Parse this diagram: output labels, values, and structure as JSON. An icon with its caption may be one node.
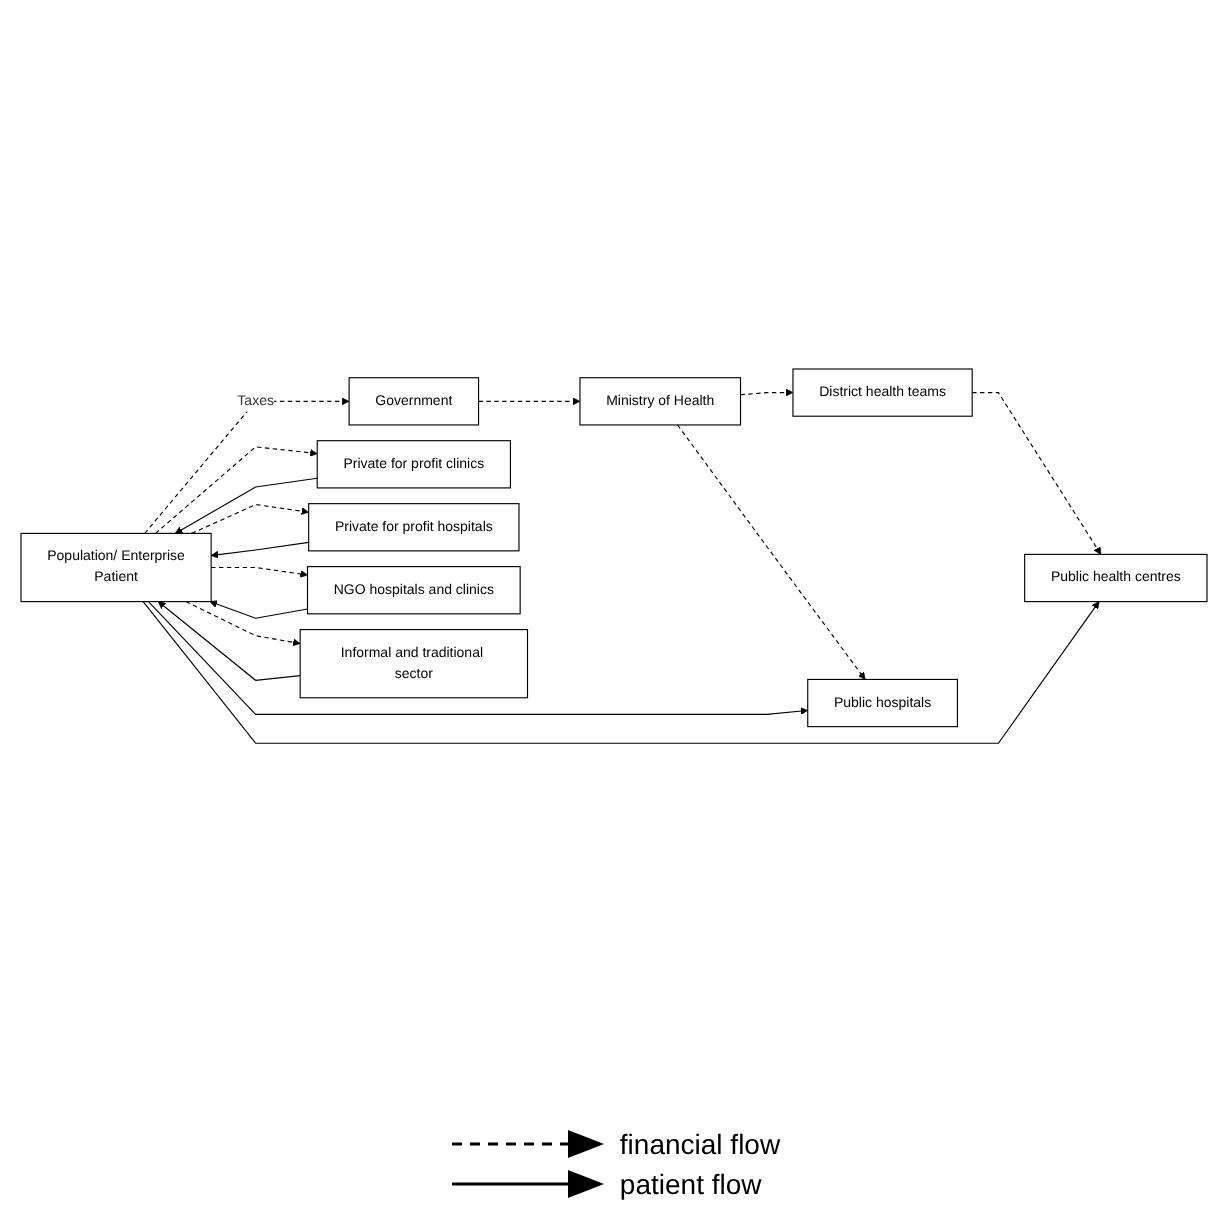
{
  "diagram": {
    "nodes": [
      {
        "text": [
          "Government"
        ]
      },
      {
        "text": [
          "Ministry of Health"
        ]
      },
      {
        "text": [
          "Public health centres"
        ]
      },
      {
        "text": [
          "District health teams"
        ]
      },
      {
        "text": [
          "Public hospitals"
        ]
      },
      {
        "text": [
          "Population/ Enterprise",
          "Patient"
        ]
      },
      {
        "text": [
          "Private for profit clinics"
        ]
      },
      {
        "text": [
          "Private for profit hospitals"
        ]
      },
      {
        "text": [
          "NGO hospitals and clinics"
        ]
      },
      {
        "text": [
          "Informal and traditional sector"
        ]
      }
    ],
    "edges": [
      {
        "from": 5,
        "to": 0,
        "arrow": "to",
        "style": "dashed",
        "label": "Taxes"
      },
      {
        "from": 0,
        "to": 1,
        "arrow": "to",
        "style": "dashed"
      },
      {
        "from": 1,
        "to": 3,
        "arrow": "to",
        "style": "dashed"
      },
      {
        "from": 1,
        "to": 4,
        "arrow": "to",
        "style": "dashed"
      },
      {
        "from": 3,
        "to": 2,
        "arrow": "to",
        "style": "dashed"
      },
      {
        "from": 5,
        "to": 2,
        "arrow": "to"
      },
      {
        "from": 5,
        "to": 4,
        "arrow": "to"
      },
      {
        "from": 5,
        "to": 6,
        "arrow": "to",
        "style": "dashed"
      },
      {
        "from": 6,
        "to": 5,
        "arrow": "to"
      },
      {
        "from": 5,
        "to": 7,
        "arrow": "to",
        "style": "dashed"
      },
      {
        "from": 7,
        "to": 5,
        "arrow": "to"
      },
      {
        "from": 5,
        "to": 8,
        "arrow": "to",
        "style": "dashed"
      },
      {
        "from": 8,
        "to": 5,
        "arrow": "to"
      },
      {
        "from": 9,
        "to": 5,
        "arrow": "to"
      },
      {
        "from": 5,
        "to": 9,
        "arrow": "to",
        "style": "dashed"
      }
    ],
    "legend": [
      {
        "text": "financial flow"
      },
      {
        "text": "patient flow"
      }
    ]
  }
}
